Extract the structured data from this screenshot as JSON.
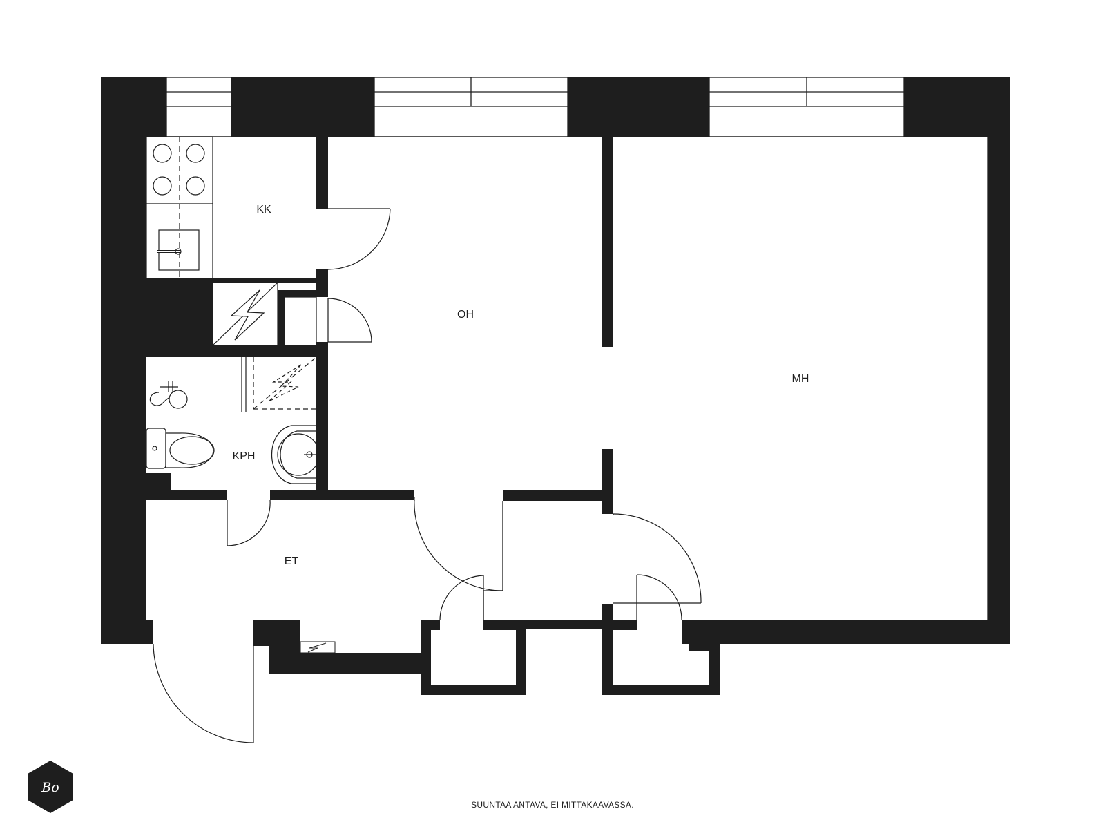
{
  "rooms": {
    "kk": "KK",
    "oh": "OH",
    "mh": "MH",
    "kph": "KPH",
    "et": "ET"
  },
  "footer": {
    "note": "SUUNTAA ANTAVA, EI MITTAKAAVASSA."
  },
  "logo": {
    "text": "Bo"
  },
  "colors": {
    "wall": "#1e1e1e",
    "line": "#1e1e1e",
    "background": "#ffffff"
  },
  "icons": [
    "stove-icon",
    "kitchen-sink-icon",
    "electric-panel-icon",
    "shower-icon",
    "toilet-icon",
    "bathroom-sink-icon",
    "door-swing-icon",
    "window-icon",
    "logo-hexagon-icon"
  ]
}
